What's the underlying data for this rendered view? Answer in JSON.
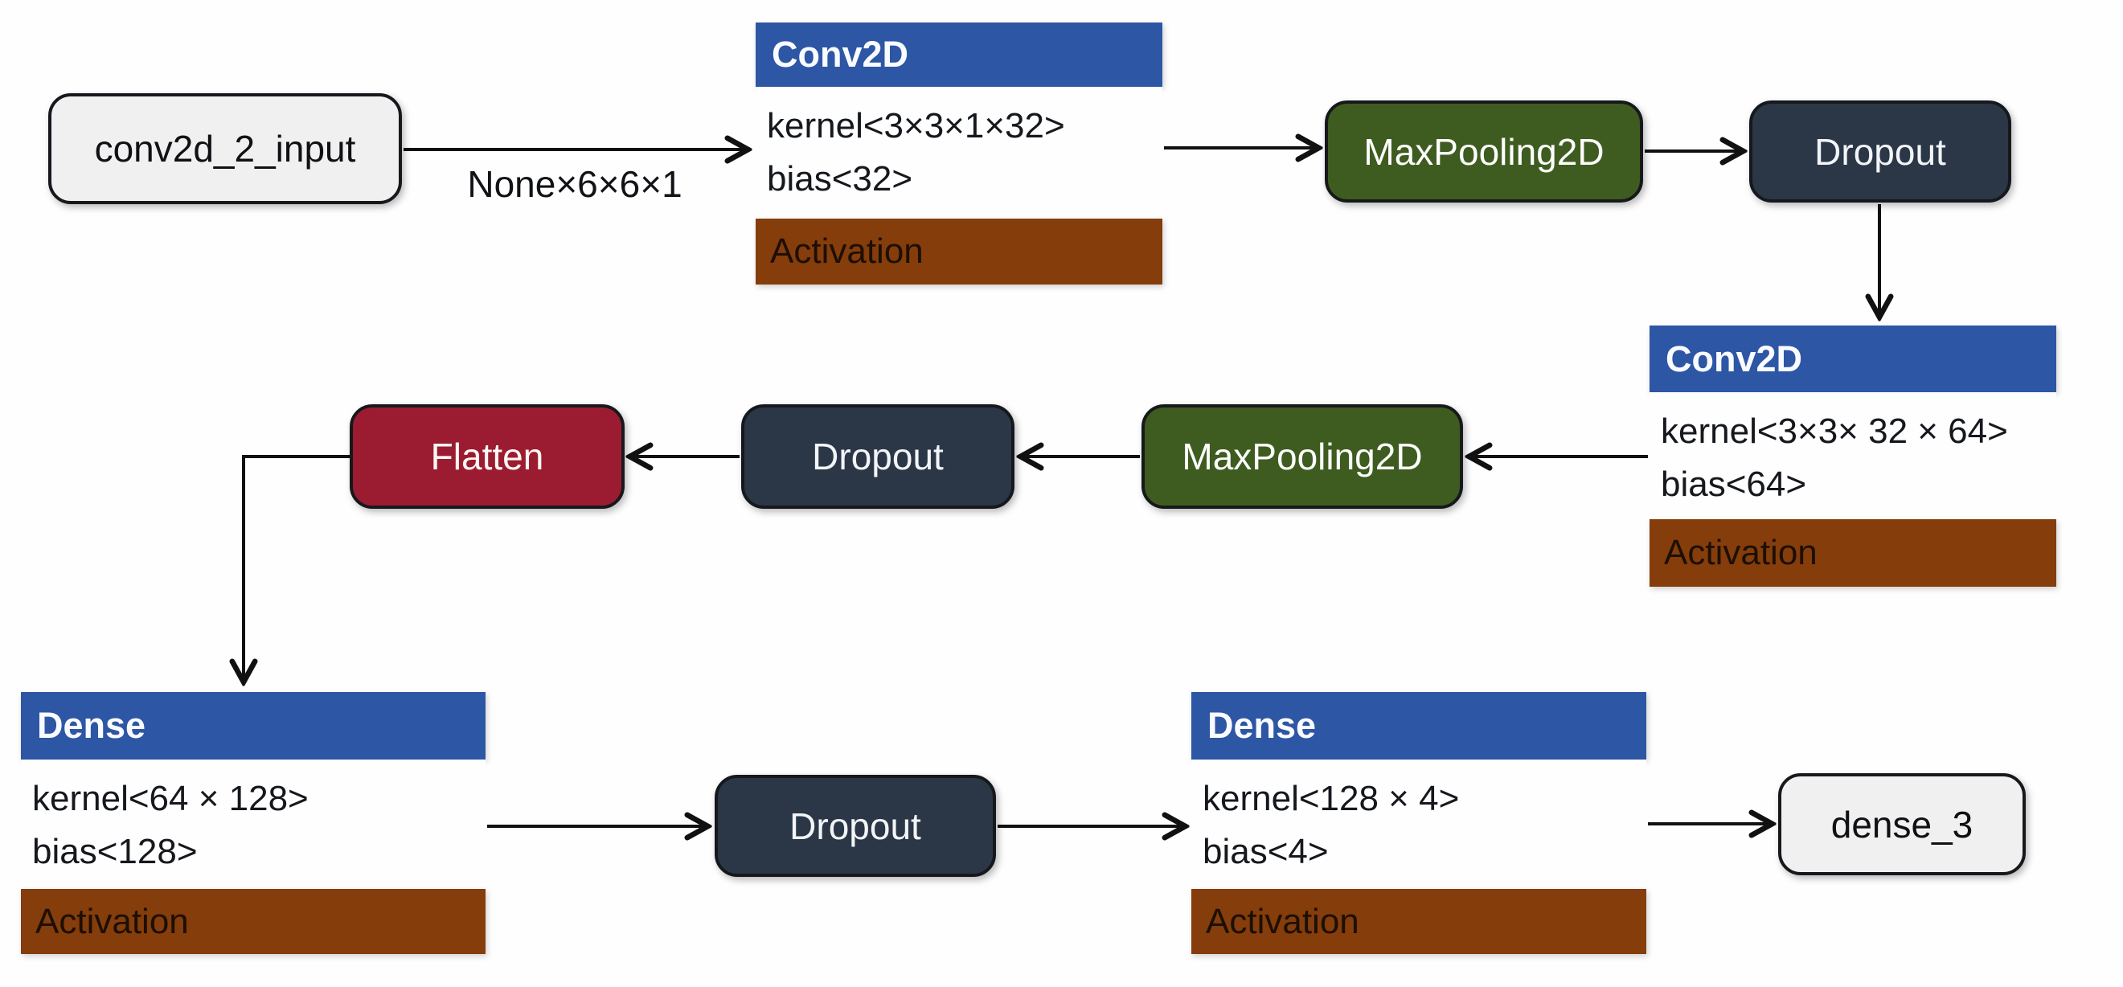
{
  "colors": {
    "header-blue": "#2d56a5",
    "activation-brown": "#843d0b",
    "pool-green": "#3e5c1f",
    "dropout-navy": "#2b3747",
    "flatten-maroon": "#9b1c31",
    "io-gray": "#f0f0f0",
    "ink": "#16181c"
  },
  "edge_label": "None×6×6×1",
  "nodes": {
    "input": {
      "label": "conv2d_2_input"
    },
    "conv1": {
      "title": "Conv2D",
      "kernel": "kernel<3×3×1×32>",
      "bias": "bias<32>",
      "activation": "Activation"
    },
    "maxpool1": {
      "label": "MaxPooling2D"
    },
    "dropout1": {
      "label": "Dropout"
    },
    "conv2": {
      "title": "Conv2D",
      "kernel": "kernel<3×3× 32 × 64>",
      "bias": "bias<64>",
      "activation": "Activation"
    },
    "maxpool2": {
      "label": "MaxPooling2D"
    },
    "dropout2": {
      "label": "Dropout"
    },
    "flatten": {
      "label": "Flatten"
    },
    "dense1": {
      "title": "Dense",
      "kernel": "kernel<64 × 128>",
      "bias": "bias<128>",
      "activation": "Activation"
    },
    "dropout3": {
      "label": "Dropout"
    },
    "dense2": {
      "title": "Dense",
      "kernel": "kernel<128 × 4>",
      "bias": "bias<4>",
      "activation": "Activation"
    },
    "dense3": {
      "label": "dense_3"
    }
  }
}
